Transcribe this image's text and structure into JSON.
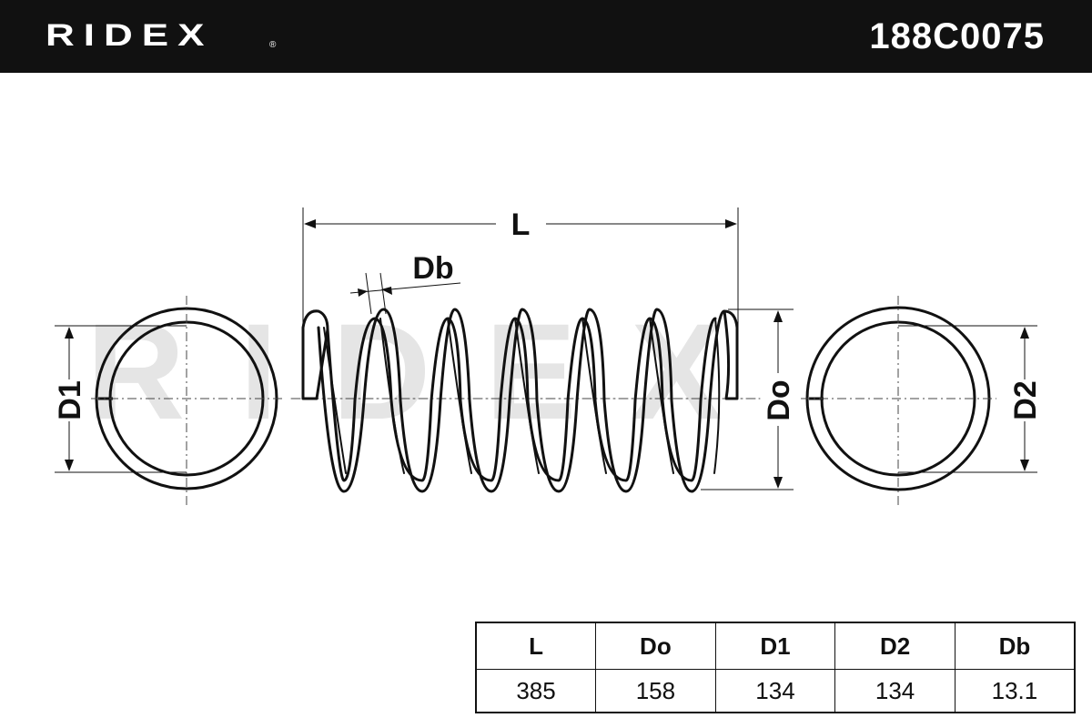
{
  "header": {
    "brand": "RIDEX",
    "brand_mark": "®",
    "part_number": "188C0075"
  },
  "drawing": {
    "watermark": "RIDEX",
    "labels": {
      "length": "L",
      "wire_diameter": "Db",
      "outer_diameter": "Do",
      "diameter_1": "D1",
      "diameter_2": "D2"
    }
  },
  "specs_table": {
    "headers": [
      "L",
      "Do",
      "D1",
      "D2",
      "Db"
    ],
    "values": [
      "385",
      "158",
      "134",
      "134",
      "13.1"
    ]
  }
}
